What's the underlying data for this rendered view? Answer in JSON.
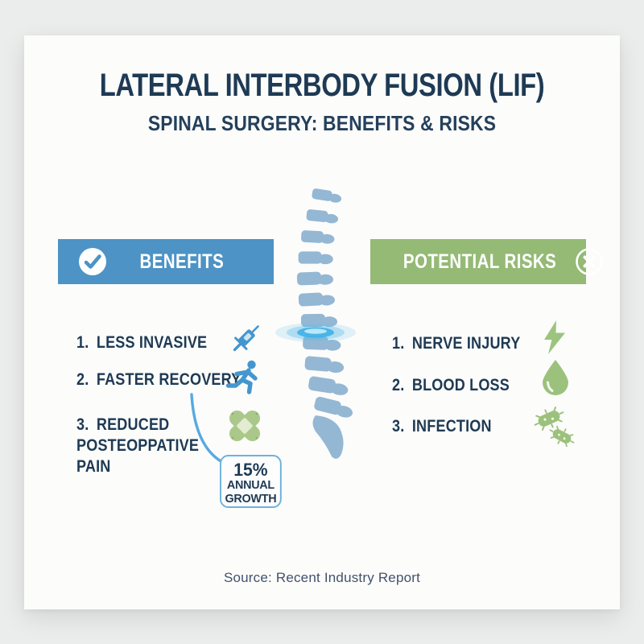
{
  "header": {
    "title": "LATERAL INTERBODY FUSION (LIF)",
    "subtitle": "SPINAL SURGERY: BENEFITS & RISKS"
  },
  "benefits": {
    "header": "BENEFITS",
    "header_icon": "check-circle-icon",
    "accent_color": "#4d93c5",
    "items": [
      {
        "num": "1.",
        "label": "LESS INVASIVE",
        "icon": "syringe-icon"
      },
      {
        "num": "2.",
        "label": "FASTER RECOVERY",
        "icon": "runner-icon"
      },
      {
        "num": "3.",
        "label": "REDUCED POSTEOPPATIVE PAIN",
        "icon": "crossed-bandage-icon"
      }
    ]
  },
  "risks": {
    "header": "POTENTIAL RISKS",
    "header_icon": "x-circle-icon",
    "accent_color": "#94ba75",
    "items": [
      {
        "num": "1.",
        "label": "NERVE INJURY",
        "icon": "lightning-bolt-icon"
      },
      {
        "num": "2.",
        "label": "BLOOD LOSS",
        "icon": "blood-drop-icon"
      },
      {
        "num": "3.",
        "label": "INFECTION",
        "icon": "bacteria-icon"
      }
    ]
  },
  "growth_box": {
    "value": "15%",
    "label_line1": "ANNUAL",
    "label_line2": "GROWTH"
  },
  "illustration": {
    "name": "spine-with-highlighted-disc",
    "disc_glow_color": "#3fb0e6",
    "spine_color": "#8cb2d1"
  },
  "footer": {
    "source": "Source: Recent Industry Report"
  },
  "colors": {
    "background": "#ebecec",
    "card": "#fcfcfb",
    "navy_text": "#1e3a54",
    "benefit_blue": "#4d93c5",
    "risk_green": "#94ba75",
    "icon_blue": "#4596cf",
    "icon_green": "#9cc17c",
    "arrow_blue": "#58a9e1",
    "box_border_blue": "#6cb2dc"
  }
}
